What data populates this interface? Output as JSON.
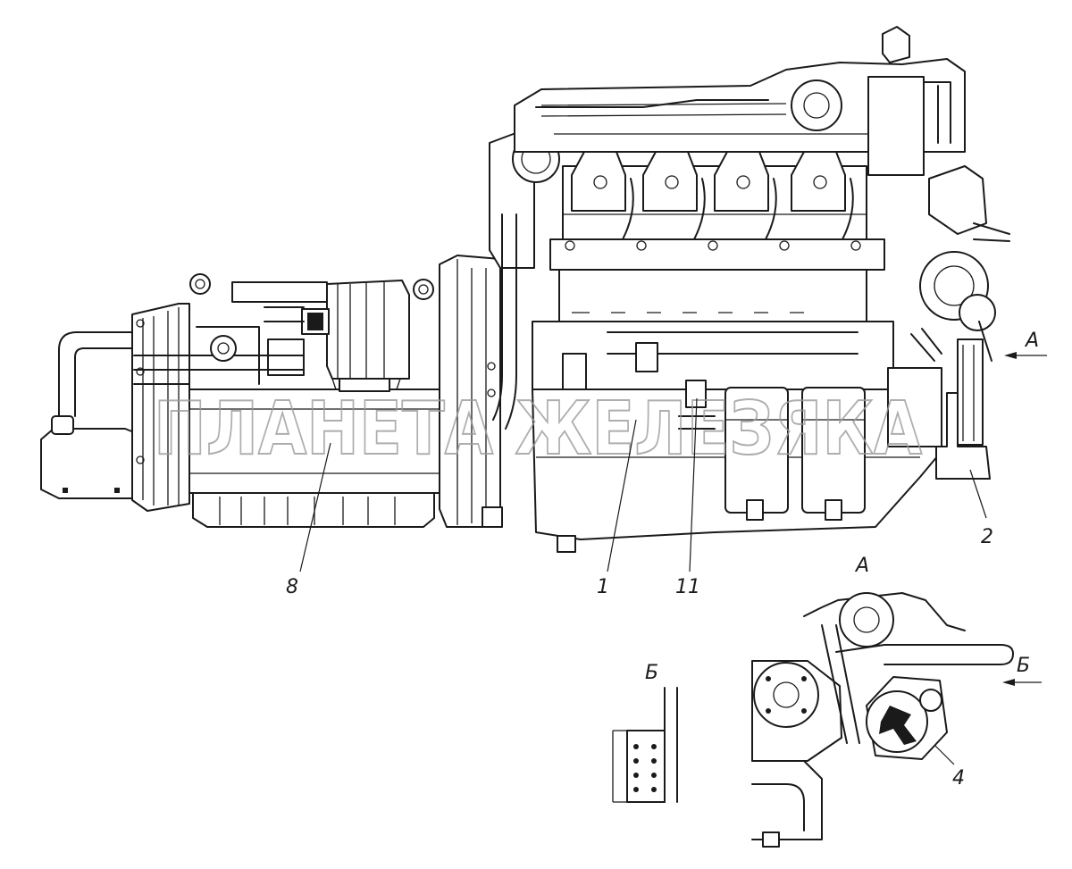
{
  "watermark": "ПЛАНЕТА ЖЕЛЕЗЯКА",
  "callouts": {
    "p1": "1",
    "p2": "2",
    "p4": "4",
    "p8": "8",
    "p11": "11"
  },
  "views": {
    "a_arrow": "А",
    "a_title": "А",
    "b_arrow": "Б",
    "b_title": "Б"
  }
}
